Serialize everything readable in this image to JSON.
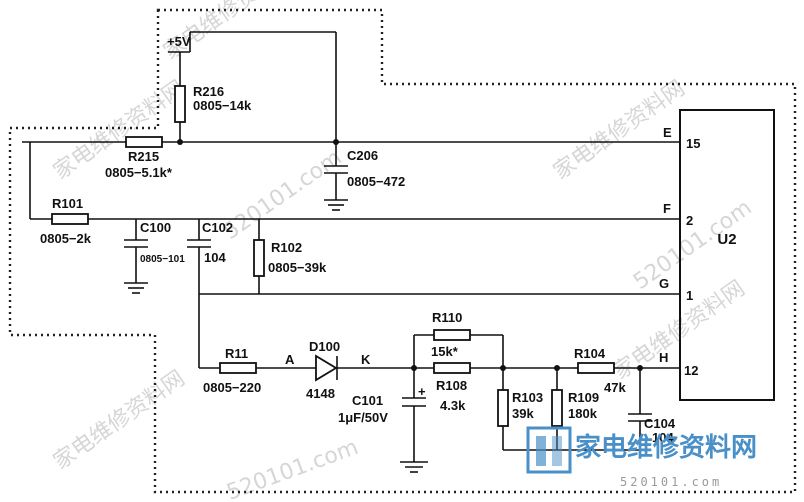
{
  "supply": {
    "label": "+5V"
  },
  "ic": {
    "name": "U2"
  },
  "resistors": {
    "r216": {
      "ref": "R216",
      "value": "0805−14k"
    },
    "r215": {
      "ref": "R215",
      "value": "0805−5.1k*"
    },
    "r101": {
      "ref": "R101",
      "value": "0805−2k"
    },
    "r102": {
      "ref": "R102",
      "value": "0805−39k"
    },
    "r11": {
      "ref": "R11",
      "value": "0805−220"
    },
    "r110": {
      "ref": "R110",
      "value": "15k*"
    },
    "r108": {
      "ref": "R108",
      "value": "4.3k"
    },
    "r103": {
      "ref": "R103",
      "value": "39k"
    },
    "r109": {
      "ref": "R109",
      "value": "180k"
    },
    "r104": {
      "ref": "R104",
      "value": "47k"
    }
  },
  "capacitors": {
    "c206": {
      "ref": "C206",
      "value": "0805−472"
    },
    "c100": {
      "ref": "C100",
      "value": "0805−101"
    },
    "c102": {
      "ref": "C102",
      "value": "104"
    },
    "c101": {
      "ref": "C101",
      "value": "1μF/50V"
    },
    "c104": {
      "ref": "C104",
      "value": "104"
    }
  },
  "diode": {
    "ref": "D100",
    "value": "4148",
    "anode": "A",
    "cathode": "K"
  },
  "nets": [
    {
      "letter": "E",
      "pin": "15"
    },
    {
      "letter": "F",
      "pin": "2"
    },
    {
      "letter": "G",
      "pin": "1"
    },
    {
      "letter": "H",
      "pin": "12"
    }
  ],
  "polarity": {
    "plus": "+"
  },
  "watermarks": {
    "site_cn": "家电维修资料网",
    "site_url": "520101.com",
    "logo_text": "家电维修资料网",
    "logo_url": "520101.com"
  },
  "colors": {
    "ink": "#111111",
    "watermark": "#d6d6d6",
    "logo": "#4a90c8"
  }
}
